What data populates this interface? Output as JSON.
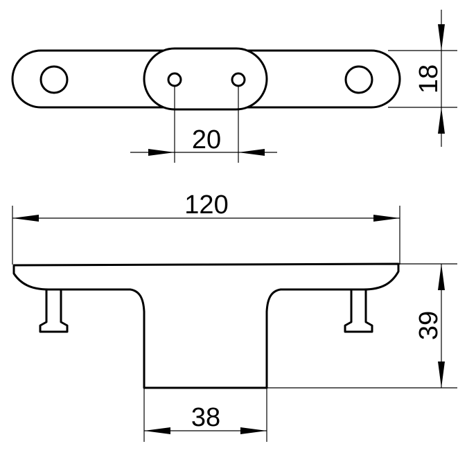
{
  "drawing": {
    "top_view": {
      "hole_spacing_label": "20",
      "thickness_label": "18"
    },
    "side_view": {
      "length_label": "120",
      "height_label": "39",
      "base_width_label": "38"
    },
    "line_color": "#000000"
  }
}
